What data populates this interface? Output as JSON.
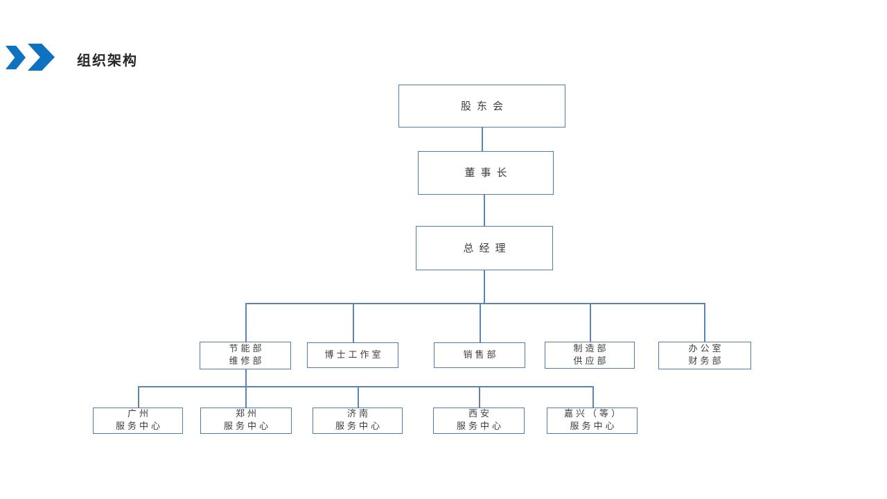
{
  "slide": {
    "title": "组织架构",
    "accent_color": "#0e72c0",
    "box_border_color": "#4d7cae",
    "connector_color": "#5b84b1",
    "background_color": "#ffffff"
  },
  "org_chart": {
    "type": "org-tree",
    "nodes": [
      {
        "id": "shareholders",
        "label": "股东会",
        "level": 1,
        "parent": null
      },
      {
        "id": "chairman",
        "label": "董事长",
        "level": 2,
        "parent": "shareholders"
      },
      {
        "id": "general-manager",
        "label": "总经理",
        "level": 3,
        "parent": "chairman"
      },
      {
        "id": "energy-maintenance",
        "label": "节能部\n维修部",
        "level": 4,
        "parent": "general-manager"
      },
      {
        "id": "doctor-studio",
        "label": "博士工作室",
        "level": 4,
        "parent": "general-manager"
      },
      {
        "id": "sales",
        "label": "销售部",
        "level": 4,
        "parent": "general-manager"
      },
      {
        "id": "manufacture-supply",
        "label": "制造部\n供应部",
        "level": 4,
        "parent": "general-manager"
      },
      {
        "id": "office-finance",
        "label": "办公室\n财务部",
        "level": 4,
        "parent": "general-manager"
      },
      {
        "id": "guangzhou-center",
        "label": "广州\n服务中心",
        "level": 5,
        "parent": "energy-maintenance"
      },
      {
        "id": "zhengzhou-center",
        "label": "郑州\n服务中心",
        "level": 5,
        "parent": "energy-maintenance"
      },
      {
        "id": "jinan-center",
        "label": "济南\n服务中心",
        "level": 5,
        "parent": "energy-maintenance"
      },
      {
        "id": "xian-center",
        "label": "西安\n服务中心",
        "level": 5,
        "parent": "energy-maintenance"
      },
      {
        "id": "jiaxing-center",
        "label": "嘉兴（等）\n服务中心",
        "level": 5,
        "parent": "energy-maintenance"
      }
    ]
  }
}
